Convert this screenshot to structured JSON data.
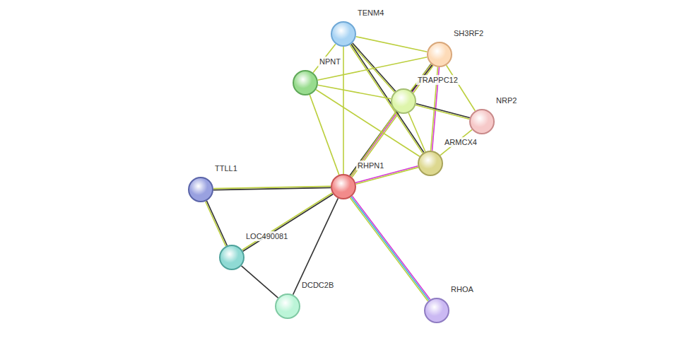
{
  "diagram": {
    "nodes": [
      {
        "text": [
          "TENM4"
        ]
      },
      {
        "text": [
          "SH3RF2"
        ]
      },
      {
        "text": [
          "NPNT"
        ]
      },
      {
        "text": [
          "TRAPPC12"
        ]
      },
      {
        "text": [
          "NRP2"
        ]
      },
      {
        "text": [
          "ARMCX4"
        ]
      },
      {
        "text": [
          "RHPN1"
        ]
      },
      {
        "text": [
          "TTLL1"
        ]
      },
      {
        "text": [
          "LOC490081"
        ]
      },
      {
        "text": [
          "DCDC2B"
        ]
      },
      {
        "text": [
          "RHOA"
        ]
      }
    ],
    "edges": [
      {
        "from": 6,
        "to": 0,
        "arrow": "none"
      },
      {
        "from": 6,
        "to": 2,
        "arrow": "none"
      },
      {
        "from": 6,
        "to": 1,
        "arrow": "none"
      },
      {
        "from": 6,
        "to": 3,
        "arrow": "none"
      },
      {
        "from": 6,
        "to": 5,
        "arrow": "none"
      },
      {
        "from": 6,
        "to": 7,
        "arrow": "none"
      },
      {
        "from": 6,
        "to": 8,
        "arrow": "none"
      },
      {
        "from": 6,
        "to": 9,
        "arrow": "none"
      },
      {
        "from": 6,
        "to": 10,
        "arrow": "none"
      },
      {
        "from": 7,
        "to": 8,
        "arrow": "none"
      },
      {
        "from": 8,
        "to": 9,
        "arrow": "none"
      },
      {
        "from": 0,
        "to": 2,
        "arrow": "none"
      },
      {
        "from": 0,
        "to": 1,
        "arrow": "none"
      },
      {
        "from": 0,
        "to": 3,
        "arrow": "none"
      },
      {
        "from": 0,
        "to": 5,
        "arrow": "none"
      },
      {
        "from": 2,
        "to": 1,
        "arrow": "none"
      },
      {
        "from": 2,
        "to": 3,
        "arrow": "none"
      },
      {
        "from": 2,
        "to": 5,
        "arrow": "none"
      },
      {
        "from": 1,
        "to": 3,
        "arrow": "none"
      },
      {
        "from": 1,
        "to": 4,
        "arrow": "none"
      },
      {
        "from": 1,
        "to": 5,
        "arrow": "none"
      },
      {
        "from": 3,
        "to": 4,
        "arrow": "none"
      },
      {
        "from": 3,
        "to": 5,
        "arrow": "none"
      },
      {
        "from": 4,
        "to": 5,
        "arrow": "none"
      }
    ]
  }
}
